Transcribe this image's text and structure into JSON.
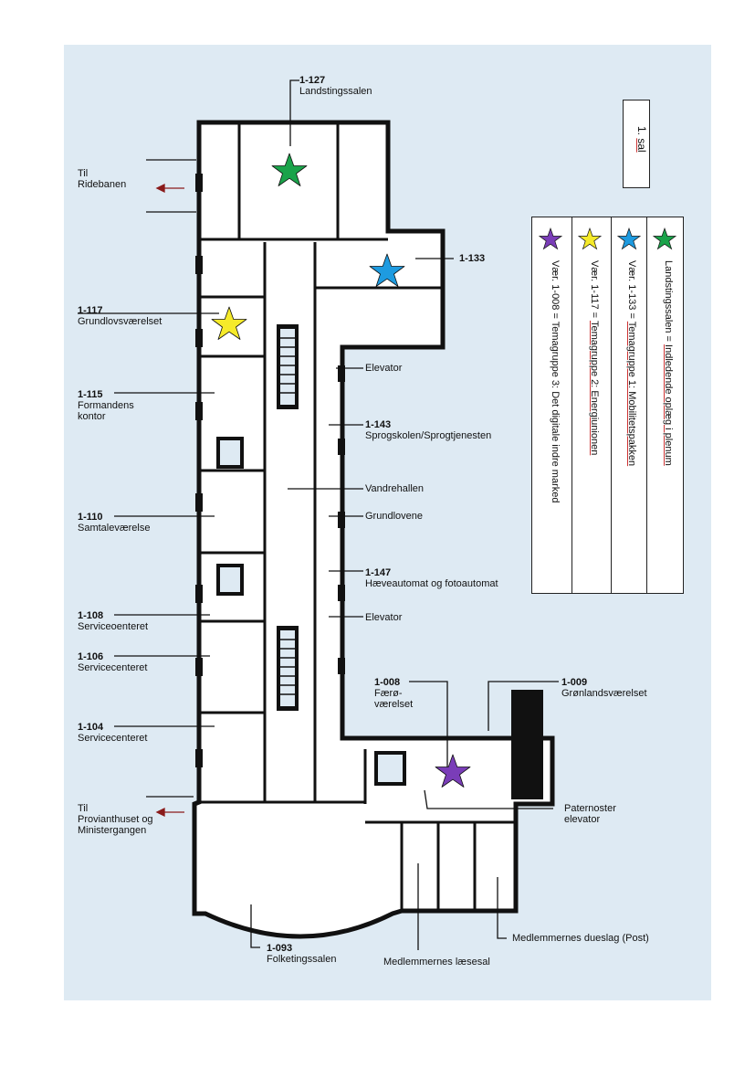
{
  "floor_badge": {
    "number": "1.",
    "word": "sal"
  },
  "legend": [
    {
      "color": "#1aa34a",
      "prefix": "Landstingssalen = ",
      "link": "Indledende oplæg i plenum",
      "suffix": ""
    },
    {
      "color": "#1e9be0",
      "prefix": "Vær. 1-133 = ",
      "link": "Temagruppe 1: Mobilitetspakken",
      "suffix": ""
    },
    {
      "color": "#f5ea2a",
      "prefix": "Vær. 1-117 = ",
      "link": "Temagruppe 2: Energiunionen",
      "suffix": ""
    },
    {
      "color": "#7a3db8",
      "prefix": "Vær. 1-008 = Temagruppe 3: Det digitale indre marked",
      "link": "",
      "suffix": ""
    }
  ],
  "rooms": {
    "r127": {
      "num": "1-127",
      "name": "Landstingssalen"
    },
    "ride": {
      "l1": "Til",
      "l2": "Ridebanen"
    },
    "r133": {
      "num": "1-133"
    },
    "r117": {
      "num": "1-117",
      "name": "Grundlovsværelset"
    },
    "r115": {
      "num": "1-115",
      "l1": "Formandens",
      "l2": "kontor"
    },
    "elev1": {
      "name": "Elevator"
    },
    "r143": {
      "num": "1-143",
      "name": "Sprogskolen/Sprogtjenesten"
    },
    "vandre": {
      "name": "Vandrehallen"
    },
    "grundlov": {
      "name": "Grundlovene"
    },
    "r110": {
      "num": "1-110",
      "name": "Samtaleværelse"
    },
    "r147": {
      "num": "1-147",
      "name": "Hæveautomat og fotoautomat"
    },
    "elev2": {
      "name": "Elevator"
    },
    "r108": {
      "num": "1-108",
      "name": "Serviceoenteret"
    },
    "r106": {
      "num": "1-106",
      "name": "Servicecenteret"
    },
    "r104": {
      "num": "1-104",
      "name": "Servicecenteret"
    },
    "r008": {
      "num": "1-008",
      "l1": "Færø-",
      "l2": "værelset"
    },
    "r009": {
      "num": "1-009",
      "name": "Grønlandsværelset"
    },
    "prov": {
      "l1": "Til",
      "l2": "Provianthuset og",
      "l3": "Ministergangen"
    },
    "pater": {
      "l1": "Paternoster",
      "l2": "elevator"
    },
    "r093": {
      "num": "1-093",
      "name": "Folketingssalen"
    },
    "laese": {
      "name": "Medlemmernes læsesal"
    },
    "dues": {
      "name": "Medlemmernes dueslag (Post)"
    }
  },
  "stars": {
    "green": "#1aa34a",
    "blue": "#1e9be0",
    "yellow": "#f5ea2a",
    "purple": "#7a3db8"
  }
}
